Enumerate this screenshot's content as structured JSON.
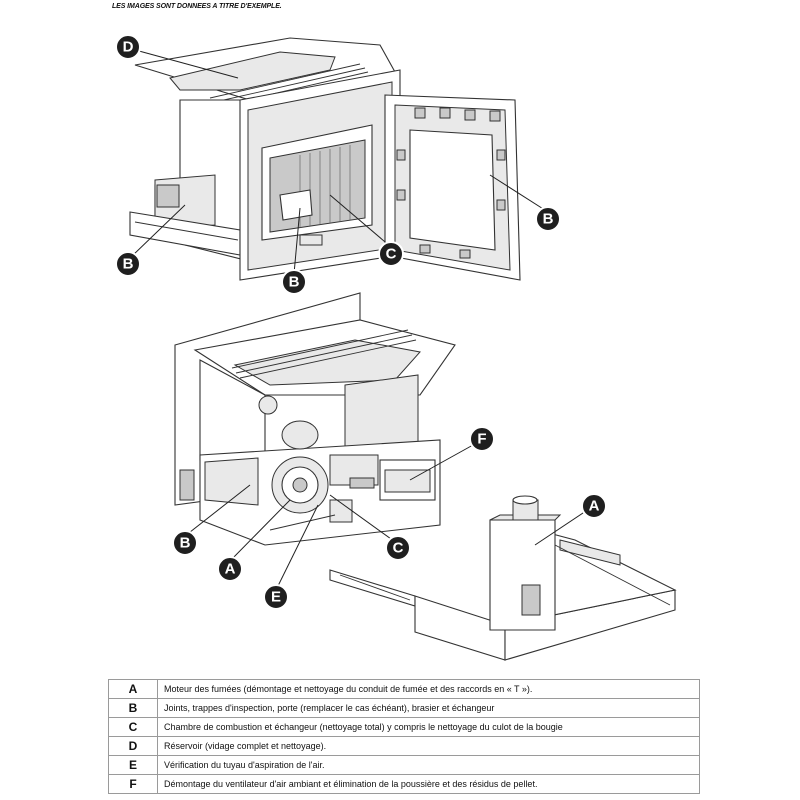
{
  "disclaimer": "LES IMAGES SONT DONNEES A TITRE D'EXEMPLE.",
  "callouts": {
    "top": [
      "D",
      "B",
      "B",
      "C",
      "B"
    ],
    "bottom": [
      "F",
      "A",
      "B",
      "A",
      "C",
      "E"
    ]
  },
  "legend": [
    {
      "key": "A",
      "text": "Moteur des fumées (démontage et nettoyage du conduit de fumée et des raccords en « T »)."
    },
    {
      "key": "B",
      "text": "Joints, trappes d'inspection, porte (remplacer le cas échéant), brasier et échangeur"
    },
    {
      "key": "C",
      "text": "Chambre de combustion et échangeur (nettoyage total) y compris le nettoyage du culot de la bougie"
    },
    {
      "key": "D",
      "text": "Réservoir (vidage complet et nettoyage)."
    },
    {
      "key": "E",
      "text": "Vérification du tuyau d'aspiration de l'air."
    },
    {
      "key": "F",
      "text": "Démontage du ventilateur d'air ambiant et élimination de la poussière et des résidus de pellet."
    }
  ],
  "colors": {
    "callout_fill": "#1f1f1f",
    "line": "#333333"
  }
}
